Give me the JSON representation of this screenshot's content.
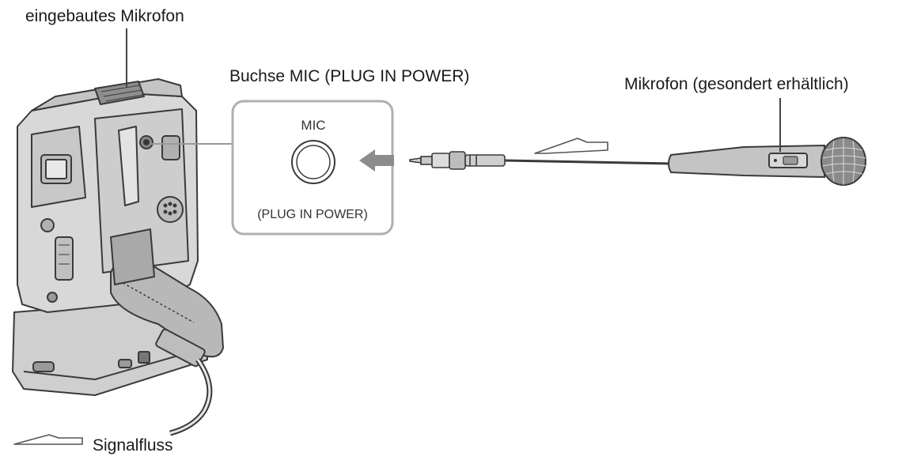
{
  "labels": {
    "builtin_mic": "eingebautes Mikrofon",
    "mic_jack": "Buchse MIC (PLUG IN POWER)",
    "external_mic": "Mikrofon (gesondert erhältlich)",
    "signal_flow": "Signalfluss"
  },
  "callout": {
    "jack_label": "MIC",
    "jack_sublabel": "(PLUG IN POWER)"
  },
  "colors": {
    "outline": "#3a3a3a",
    "body_fill": "#d4d4d4",
    "shadow_fill": "#a8a8a8",
    "arrow_fill": "#9a9a9a",
    "callout_border": "#b0b0b0"
  }
}
